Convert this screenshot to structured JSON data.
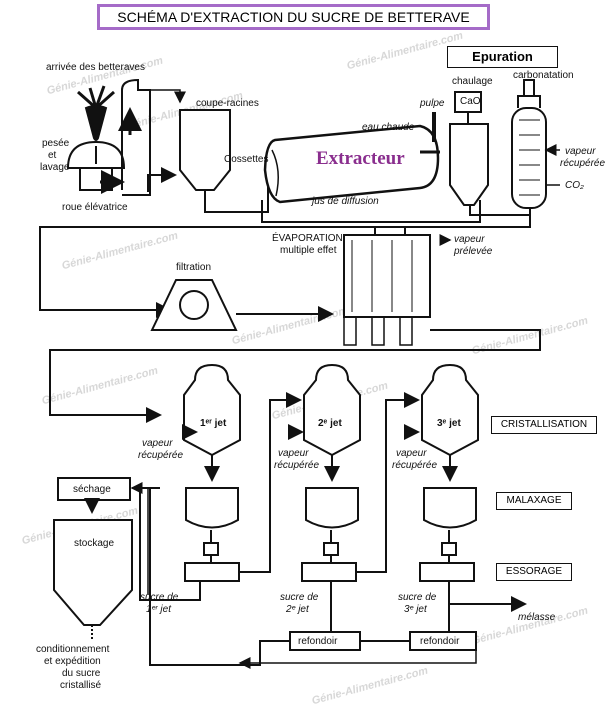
{
  "title": "SCHÉMA D'EXTRACTION DU SUCRE DE BETTERAVE",
  "watermark": "Génie-Alimentaire.com",
  "labels": {
    "arrivee": "arrivée des betteraves",
    "pesee": "pesée",
    "et": "et",
    "lavage": "lavage",
    "roue": "roue élévatrice",
    "coupe": "coupe-racines",
    "cossettes": "Cossettes",
    "extracteur": "Extracteur",
    "eau": "eau chaude",
    "pulpe": "pulpe",
    "jus": "jus de diffusion",
    "epuration": "Epuration",
    "chaulage": "chaulage",
    "cao": "CaO",
    "carbonatation": "carbonatation",
    "vapeur_r": "vapeur",
    "recuperee_r": "récupérée",
    "co2": "CO₂",
    "filtration": "filtration",
    "evaporation": "ÉVAPORATION",
    "multiple": "multiple effet",
    "vapeur_p": "vapeur",
    "prelevee": "prélevée",
    "jet1": "1ᵉʳ jet",
    "jet2": "2ᵉ jet",
    "jet3": "3ᵉ jet",
    "vapeur1": "vapeur",
    "recup1": "récupérée",
    "vapeur2": "vapeur",
    "recup2": "récupérée",
    "vapeur3": "vapeur",
    "recup3": "récupérée",
    "cristallisation": "CRISTALLISATION",
    "malaxage": "MALAXAGE",
    "essorage": "ESSORAGE",
    "sechage": "séchage",
    "stockage": "stockage",
    "sucre1a": "sucre de",
    "sucre1b": "1ᵉʳ jet",
    "sucre2a": "sucre de",
    "sucre2b": "2ᵉ jet",
    "sucre3a": "sucre de",
    "sucre3b": "3ᵉ jet",
    "melasse": "mélasse",
    "refondoir1": "refondoir",
    "refondoir2": "refondoir",
    "cond1": "conditionnement",
    "cond2": "et expédition",
    "cond3": "du sucre",
    "cond4": "cristallisé"
  }
}
